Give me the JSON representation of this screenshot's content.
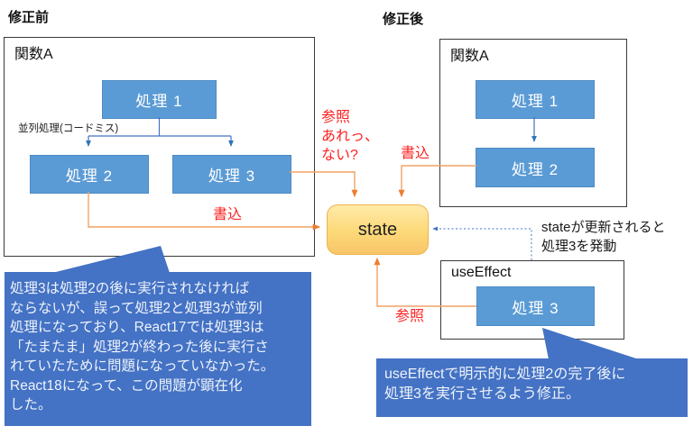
{
  "titles": {
    "before": "修正前",
    "after": "修正後"
  },
  "left_diagram": {
    "container_label": "関数A",
    "p1": "処理 1",
    "p2": "処理 2",
    "p3": "処理 3",
    "parallel_note": "並列処理(コードミス)",
    "write_label": "書込"
  },
  "right_diagram": {
    "container_label": "関数A",
    "p1": "処理 1",
    "p2": "処理 2",
    "write_label": "書込"
  },
  "state_node": {
    "label": "state"
  },
  "useeffect_diagram": {
    "container_label": "useEffect",
    "p3": "処理 3"
  },
  "annotations": {
    "ref_missing": "参照\nあれっ、\nない?",
    "state_update": "stateが更新されると\n処理3を発動",
    "ref_label": "参照"
  },
  "callouts": {
    "left": "処理3は処理2の後に実行されなければ\nならないが、誤って処理2と処理3が並列\n処理になっており、React17では処理3は\n「たまたま」処理2が終わった後に実行さ\nれていたために問題になっていなかった。\nReact18になって、この問題が顕在化\nした。",
    "right": "useEffectで明示的に処理2の完了後に\n処理3を実行させるよう修正。"
  },
  "colors": {
    "process_blue": "#5b9bd5",
    "callout_blue": "#4472c4",
    "connector_blue": "#4472c4",
    "connector_orange": "#ed7d31",
    "connector_orange_line": "#f0a263",
    "state_fill_top": "#ffeaa9",
    "state_fill_bottom": "#f8c569",
    "state_border": "#ecb54e",
    "red_label": "#ff2222",
    "container_border": "#3a3a3a"
  }
}
